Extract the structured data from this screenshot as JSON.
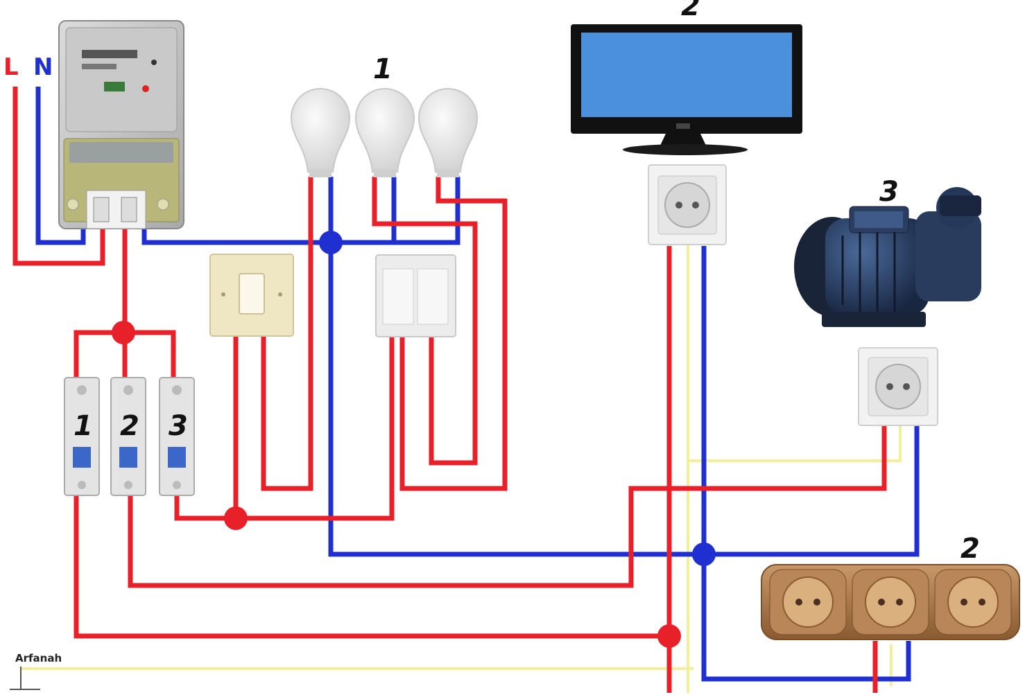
{
  "labels": {
    "live": "L",
    "neutral": "N",
    "lamps": "1",
    "tv": "2",
    "pump": "3",
    "socket_strip": "2",
    "breaker_1": "1",
    "breaker_2": "2",
    "breaker_3": "3",
    "ground": "Arfanah"
  },
  "colors": {
    "live": "#e8202a",
    "neutral": "#1f2fd0",
    "ground": "#f3ef9a",
    "junction_red": "#e8202a",
    "junction_blue": "#1f2fd0",
    "tv_screen": "#4a90dc",
    "strip_body": "#a9774a"
  },
  "icons": [
    "electric-meter-icon",
    "light-bulb-icon",
    "wall-switch-icon",
    "double-switch-icon",
    "circuit-breaker-icon",
    "wall-socket-icon",
    "monitor-icon",
    "water-pump-icon",
    "ground-symbol-icon"
  ]
}
